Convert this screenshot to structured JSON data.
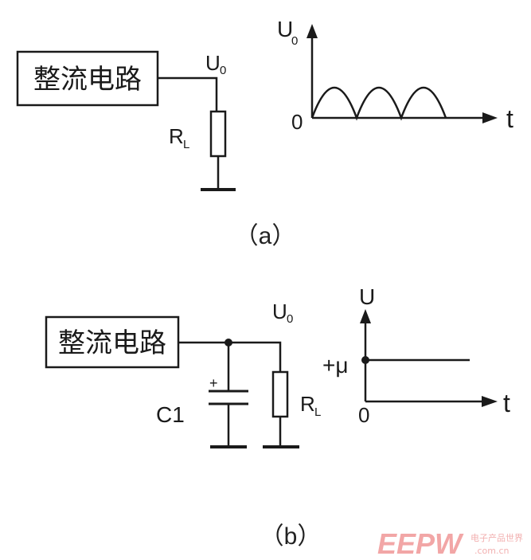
{
  "diagram_a": {
    "block_label": "整流电路",
    "output_label": "U",
    "output_sub": "0",
    "load_label": "R",
    "load_sub": "L",
    "graph": {
      "y_label": "U",
      "y_sub": "0",
      "origin": "0",
      "x_label": "t"
    },
    "caption": "（a）"
  },
  "diagram_b": {
    "block_label": "整流电路",
    "output_label": "U",
    "output_sub": "0",
    "cap_label": "C1",
    "cap_polarity": "+",
    "load_label": "R",
    "load_sub": "L",
    "graph": {
      "y_label": "U",
      "level_label": "+μ",
      "origin": "0",
      "x_label": "t"
    },
    "caption": "（b）"
  },
  "watermark": {
    "brand": "EEPW",
    "cn": "电子产品世界",
    "url": ".com.cn"
  },
  "colors": {
    "ink": "#1a1a1a",
    "watermark": "#f2a6a6"
  }
}
